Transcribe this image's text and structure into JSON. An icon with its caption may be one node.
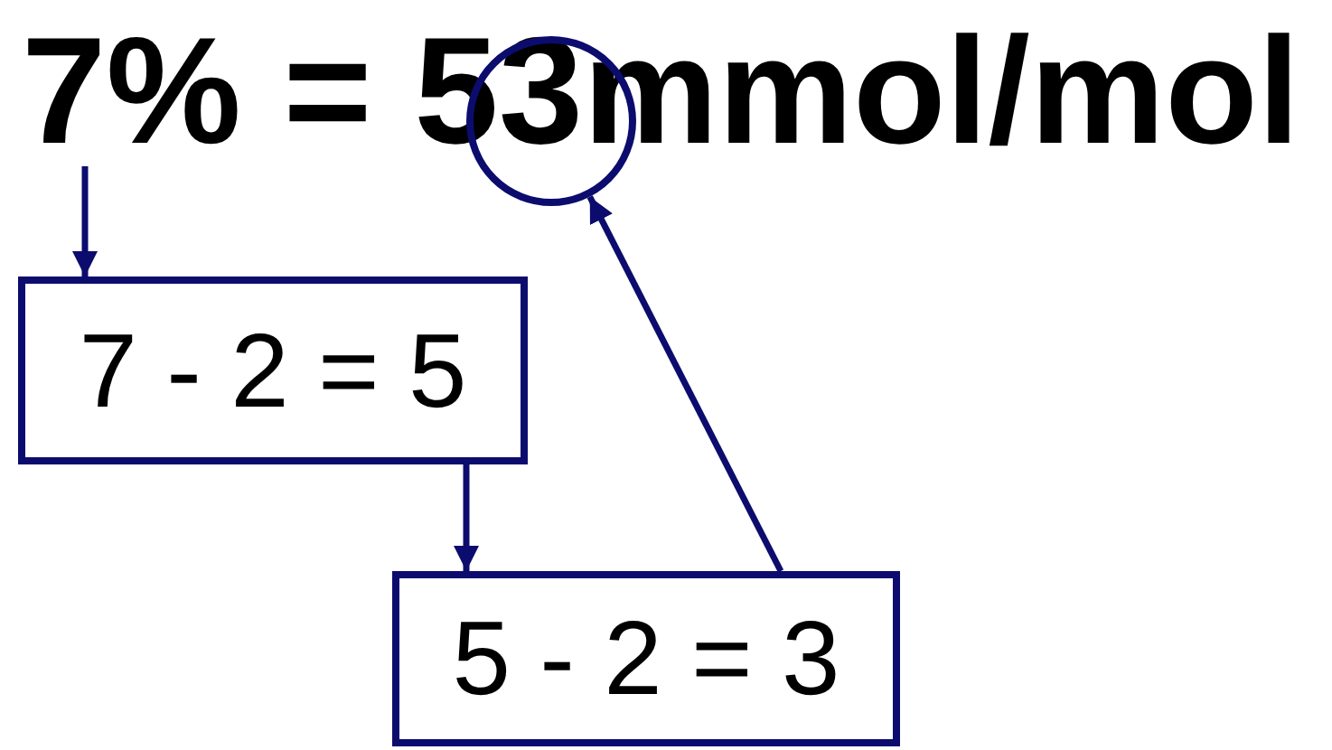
{
  "diagram": {
    "nodes": [
      {
        "text": [
          "7% = 53mmol/mol"
        ]
      },
      {
        "text": [],
        "shape": "circle"
      },
      {
        "text": [
          "7 - 2 = 5"
        ]
      },
      {
        "text": [
          "5 - 2 = 3"
        ]
      }
    ],
    "edges": [
      {
        "from": 0,
        "to": 2,
        "arrow": "to"
      },
      {
        "from": 2,
        "to": 3,
        "arrow": "to"
      },
      {
        "from": 3,
        "to": 1,
        "arrow": "to"
      }
    ]
  }
}
